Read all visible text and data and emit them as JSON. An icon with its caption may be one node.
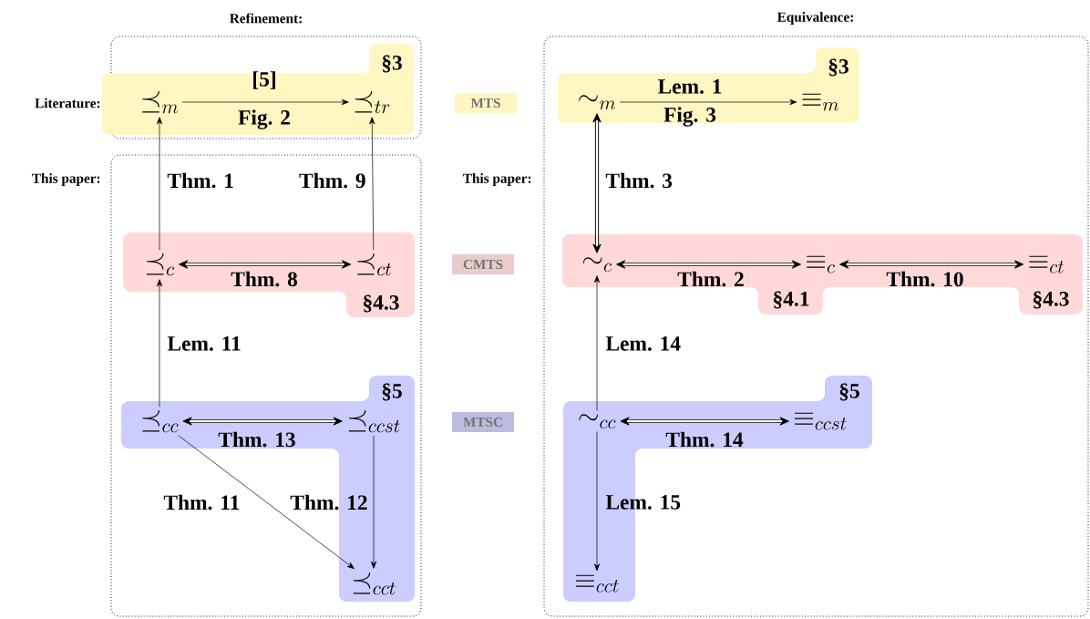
{
  "diagram": {
    "nodes": [
      {
        "text": [
          "Literature:"
        ]
      },
      {
        "text": [
          "§3"
        ],
        "in": 0
      },
      {
        "text": [
          "\\preceq_{m}"
        ],
        "in": 1
      },
      {
        "text": [
          "\\preceq_{tr}"
        ],
        "in": 1
      },
      {
        "text": [
          "Equivalence:"
        ]
      },
      {
        "text": [
          "§3"
        ],
        "in": 4
      },
      {
        "text": [
          "\\sim_{m}"
        ],
        "in": 5
      },
      {
        "text": [
          "\\equiv_{m}"
        ],
        "in": 5
      },
      {
        "text": [
          "This paper:"
        ]
      },
      {
        "text": [
          "§4.3"
        ],
        "in": 8
      },
      {
        "text": [
          "\\preceq_{c}"
        ],
        "in": 9
      },
      {
        "text": [
          "\\preceq_{ct}"
        ],
        "in": 9
      },
      {
        "text": [
          "§4.1",
          "§4.3"
        ],
        "in": 4
      },
      {
        "text": [
          "\\sim_{c}"
        ],
        "in": 12
      },
      {
        "text": [
          "\\equiv_{c}"
        ],
        "in": 12
      },
      {
        "text": [
          "\\equiv_{ct}"
        ],
        "in": 12
      },
      {
        "text": [
          "§5"
        ],
        "in": 8
      },
      {
        "text": [
          "\\preceq_{cc}"
        ],
        "in": 16
      },
      {
        "text": [
          "\\preceq_{ccst}"
        ],
        "in": 16
      },
      {
        "text": [
          "\\preceq_{cct}"
        ],
        "in": 16
      },
      {
        "text": [
          "§5"
        ],
        "in": 4
      },
      {
        "text": [
          "\\sim_{cc}"
        ],
        "in": 20
      },
      {
        "text": [
          "\\equiv_{ccst}"
        ],
        "in": 20
      },
      {
        "text": [
          "\\equiv_{cct}"
        ],
        "in": 20
      }
    ],
    "edges": [
      {
        "from": 2,
        "to": 3,
        "arrow": "to",
        "label": "[5]"
      },
      {
        "from": 10,
        "to": 2,
        "arrow": "to",
        "label": "Thm. 1"
      },
      {
        "from": 11,
        "to": 3,
        "arrow": "to",
        "label": "Thm. 9"
      },
      {
        "from": 10,
        "to": 11,
        "arrow": "both",
        "label": "Thm. 8",
        "style": "thick"
      },
      {
        "from": 17,
        "to": 10,
        "arrow": "to",
        "label": "Lem. 11"
      },
      {
        "from": 17,
        "to": 18,
        "arrow": "both",
        "label": "Thm. 13",
        "style": "thick"
      },
      {
        "from": 17,
        "to": 19,
        "arrow": "to",
        "label": "Thm. 11"
      },
      {
        "from": 18,
        "to": 19,
        "arrow": "to",
        "label": "Thm. 12"
      },
      {
        "from": 6,
        "to": 7,
        "arrow": "to",
        "label": "Lem. 1"
      },
      {
        "from": 6,
        "to": 13,
        "arrow": "both",
        "label": "Thm. 3",
        "style": "thick"
      },
      {
        "from": 13,
        "to": 14,
        "arrow": "both",
        "label": "Thm. 2",
        "style": "thick"
      },
      {
        "from": 14,
        "to": 15,
        "arrow": "both",
        "label": "Thm. 10",
        "style": "thick"
      },
      {
        "from": 21,
        "to": 13,
        "arrow": "to",
        "label": "Lem. 14"
      },
      {
        "from": 21,
        "to": 22,
        "arrow": "both",
        "label": "Thm. 14",
        "style": "thick"
      },
      {
        "from": 21,
        "to": 23,
        "arrow": "to",
        "label": "Lem. 15"
      }
    ],
    "labels": [
      "Refinement:",
      "Fig. 2",
      "Fig. 3",
      "This paper:"
    ],
    "legend": [
      {
        "text": "MTS",
        "color": "#fff6c4"
      },
      {
        "text": "CMTS",
        "color": "#e9cccc"
      },
      {
        "text": "MTSC",
        "color": "#bcbce0"
      }
    ]
  }
}
